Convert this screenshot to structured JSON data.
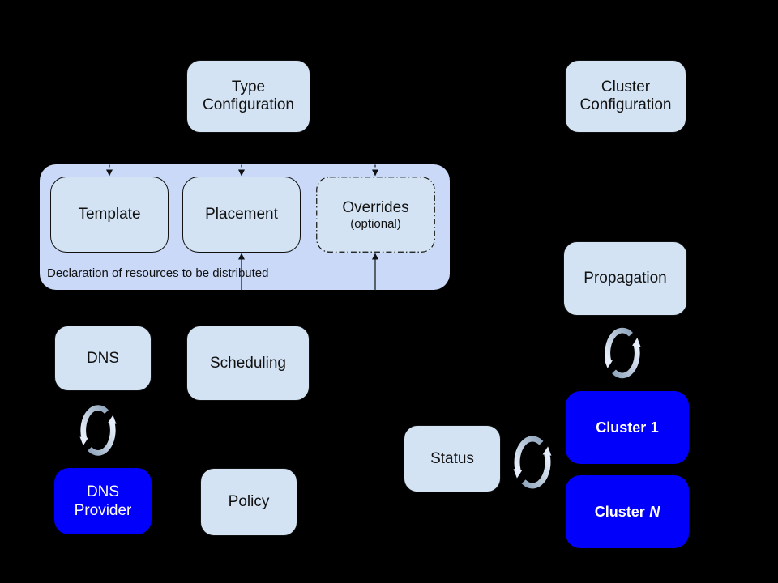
{
  "colors": {
    "background": "#000000",
    "node_fill": "#d3e3f3",
    "group_fill": "#c9d9f7",
    "cluster_fill": "#0101fb",
    "node_text": "#111111",
    "cluster_text": "#ffffff",
    "border": "#111111",
    "sync_gray": "#8fa5bb",
    "sync_light": "#e6eefb"
  },
  "icons": {
    "sync": "circular-sync-arrows"
  },
  "nodes": {
    "type_config": {
      "label": "Type\nConfiguration"
    },
    "cluster_config": {
      "label": "Cluster\nConfiguration"
    },
    "template": {
      "label": "Template"
    },
    "placement": {
      "label": "Placement"
    },
    "overrides": {
      "label": "Overrides",
      "sublabel": "(optional)"
    },
    "declaration_caption": "Declaration of resources to be distributed",
    "dns": {
      "label": "DNS"
    },
    "scheduling": {
      "label": "Scheduling"
    },
    "dns_provider": {
      "label": "DNS\nProvider"
    },
    "policy": {
      "label": "Policy"
    },
    "propagation": {
      "label": "Propagation"
    },
    "status": {
      "label": "Status"
    },
    "cluster_1": {
      "prefix": "Cluster",
      "suffix": "1"
    },
    "cluster_n": {
      "prefix": "Cluster",
      "suffix": "N"
    }
  }
}
